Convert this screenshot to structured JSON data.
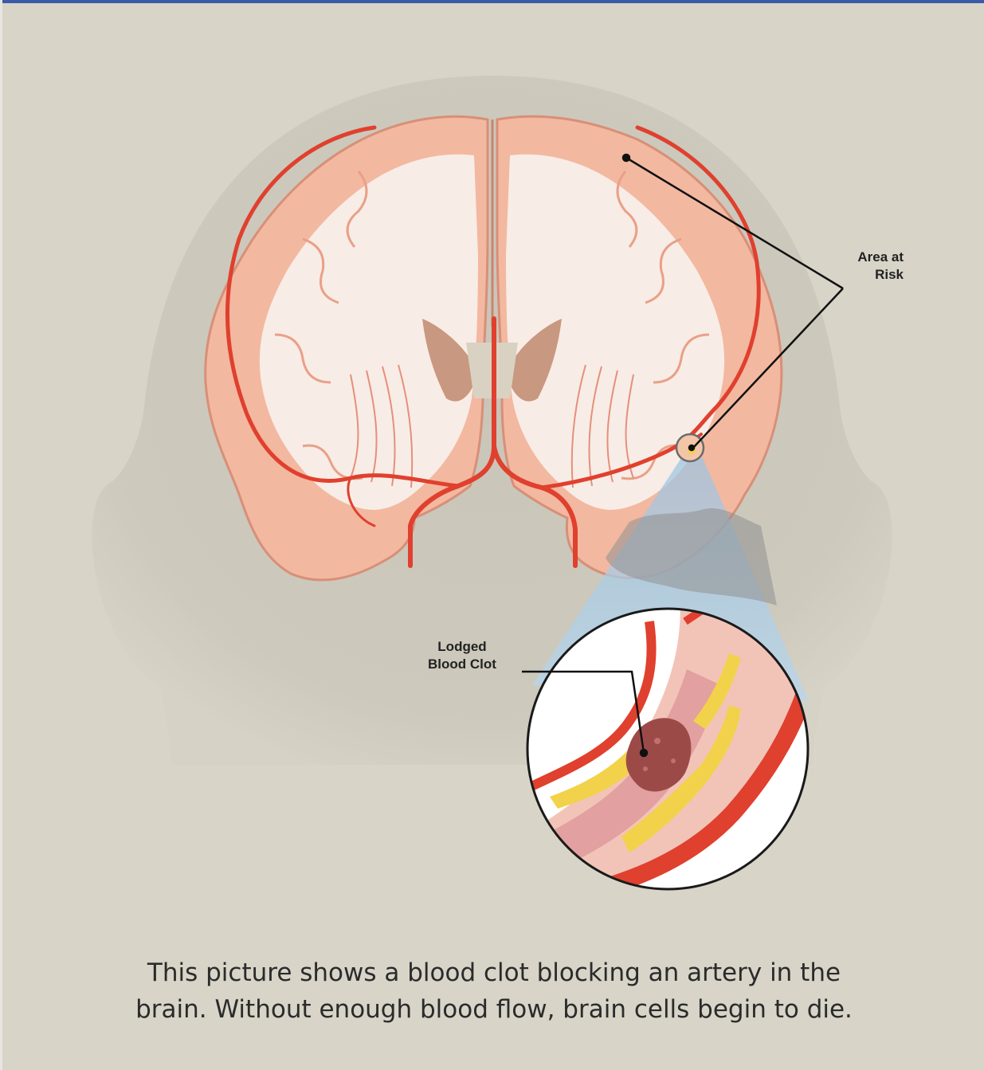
{
  "colors": {
    "background": "#d8d4c8",
    "head_silhouette": "#cbc7bb",
    "brain_cortex": "#f3b8a0",
    "brain_white_matter": "#f8ece6",
    "artery": "#e0402e",
    "magnifier_beam": "#a8cbe4",
    "plaque": "#f2d24a",
    "top_border": "#3b5ba8"
  },
  "labels": {
    "area_at_risk": "Area at\nRisk",
    "lodged_blood_clot": "Lodged\nBlood Clot"
  },
  "caption": "This picture shows a blood clot blocking an artery in the\nbrain. Without enough blood flow, brain cells begin to die."
}
